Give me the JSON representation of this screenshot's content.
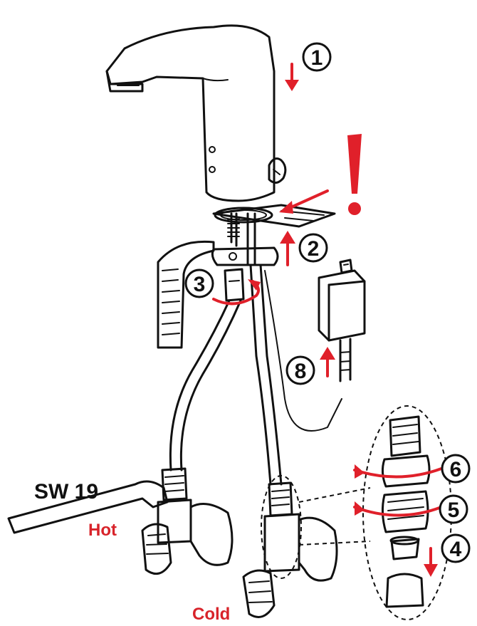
{
  "colors": {
    "accent": "#e0202a",
    "ink": "#111111"
  },
  "steps": [
    {
      "id": "1",
      "label": "1"
    },
    {
      "id": "2",
      "label": "2"
    },
    {
      "id": "3",
      "label": "3"
    },
    {
      "id": "4",
      "label": "4"
    },
    {
      "id": "5",
      "label": "5"
    },
    {
      "id": "6",
      "label": "6"
    },
    {
      "id": "8",
      "label": "8"
    }
  ],
  "labels": {
    "wrench": "SW 19",
    "hot": "Hot",
    "cold": "Cold"
  },
  "warning_glyph": "!"
}
